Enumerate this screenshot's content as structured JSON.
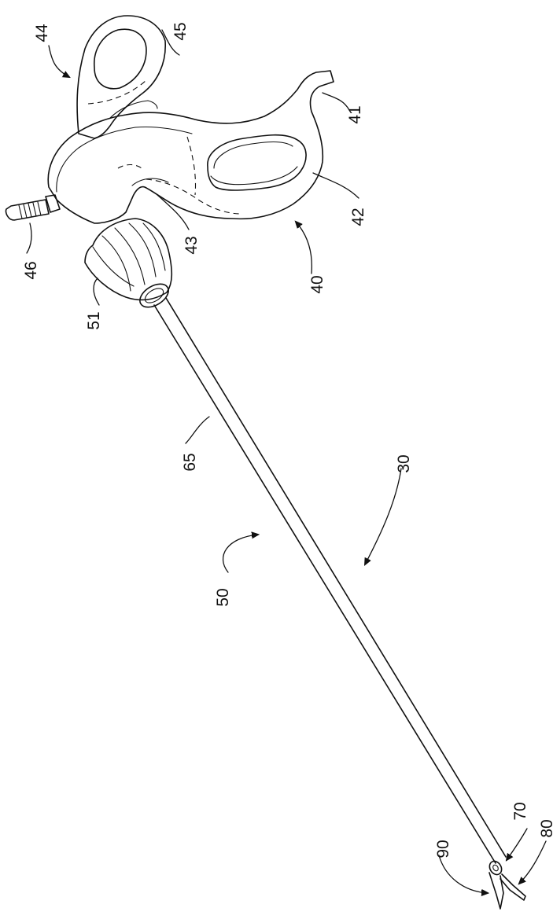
{
  "figure": {
    "reference_numerals": {
      "instrument": "30",
      "handle_assembly": "40",
      "trigger_hook": "41",
      "finger_loop": "42",
      "trigger_recess": "43",
      "thumb_lever": "44",
      "thumb_ring": "45",
      "cable_connector": "46",
      "shaft_assembly": "50",
      "rotation_knob": "51",
      "outer_sheath": "65",
      "end_effector": "70",
      "clamp_arm": "80",
      "blade": "90"
    }
  }
}
